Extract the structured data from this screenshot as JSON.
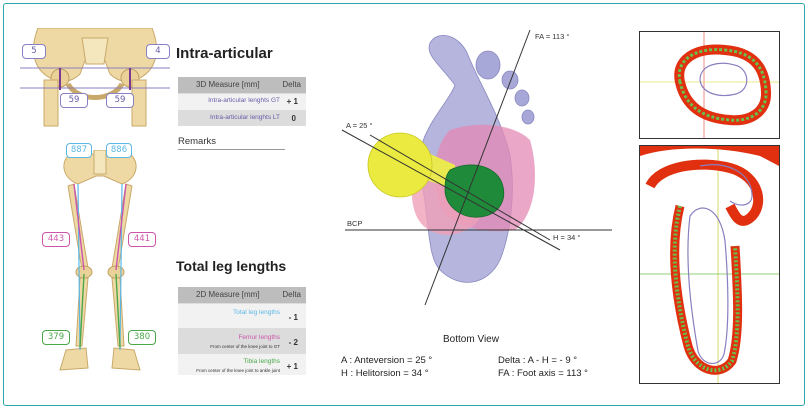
{
  "pelvis": {
    "left_tag": "5",
    "right_tag": "4",
    "bottom_left": "59",
    "bottom_right": "59"
  },
  "intra": {
    "title": "Intra-articular",
    "header_measure": "3D Measure [mm]",
    "header_delta": "Delta",
    "rows": [
      {
        "label": "Intra-articular lenghts GT",
        "value": "+ 1"
      },
      {
        "label": "Intra-articular lenghts LT",
        "value": "0"
      }
    ],
    "remarks": "Remarks"
  },
  "legs": {
    "top_left": "887",
    "top_right": "886",
    "mid_left": "443",
    "mid_right": "441",
    "low_left": "379",
    "low_right": "380"
  },
  "total": {
    "title": "Total leg lengths",
    "header_measure": "2D Measure [mm]",
    "header_delta": "Delta",
    "rows": [
      {
        "label": "Total leg lengths",
        "sub": "",
        "value": "- 1",
        "color": "#5bb8e6"
      },
      {
        "label": "Femur lengths",
        "sub": "From center of the knee joint to GT",
        "value": "- 2",
        "color": "#cc55aa"
      },
      {
        "label": "Tibia lengths",
        "sub": "From center of the knee joint to ankle joint",
        "value": "+ 1",
        "color": "#4aa84a"
      }
    ]
  },
  "diagram": {
    "fa_label": "FA = 113 °",
    "a_label": "A = 25 °",
    "bcp_label": "BCP",
    "h_label": "H = 34 °",
    "view_title": "Bottom View",
    "legend": {
      "a": "A : Anteversion = 25 °",
      "h": "H : Helitorsion = 34 °",
      "delta": "Delta : A - H = - 9 °",
      "fa": "FA : Foot axis = 113 °"
    }
  },
  "colors": {
    "frame": "#2aa6a8",
    "purple_tag": "#6a5aa8",
    "blue": "#5bb8e6",
    "pink": "#cc55aa",
    "green": "#4aa84a"
  }
}
